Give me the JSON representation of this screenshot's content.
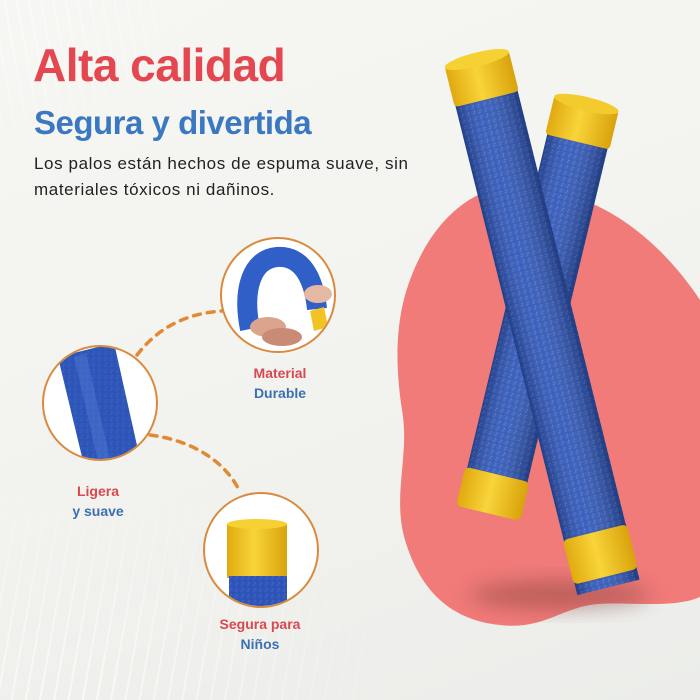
{
  "headline": {
    "title": "Alta calidad",
    "subtitle": "Segura y divertida",
    "description": "Los palos están hechos de espuma suave, sin materiales tóxicos ni dañinos."
  },
  "features": [
    {
      "line1": "Material",
      "line2": "Durable",
      "image": "bent-foam-stick-in-hand"
    },
    {
      "line1": "Ligera",
      "line2": "y suave",
      "image": "foam-texture-closeup"
    },
    {
      "line1": "Segura para",
      "line2": "Niños",
      "image": "yellow-end-cap-closeup"
    }
  ],
  "product": {
    "name": "foam-sticks-pair",
    "count": 2
  },
  "colors": {
    "title_red": "#e4474f",
    "subtitle_blue": "#3b78c1",
    "blob_pink": "#f07b79",
    "foam_blue": "#2f56b8",
    "cap_yellow": "#f2c323",
    "connector_orange": "#e08a35"
  }
}
